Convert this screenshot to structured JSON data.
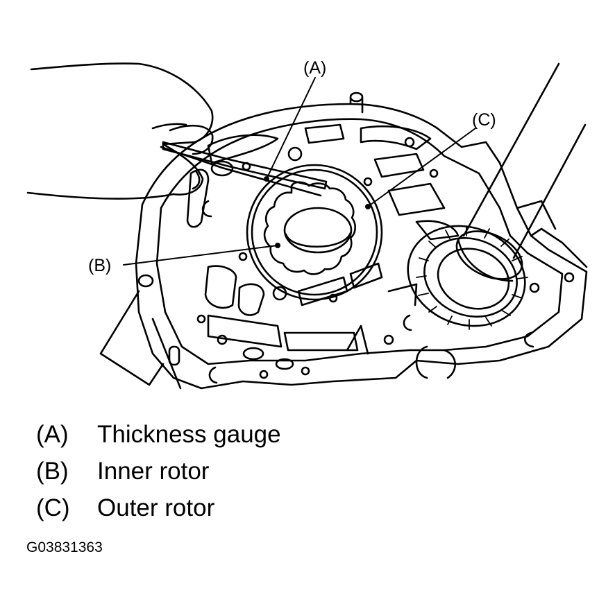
{
  "callouts": {
    "a": "(A)",
    "b": "(B)",
    "c": "(C)"
  },
  "legend": [
    {
      "key": "(A)",
      "label": "Thickness gauge"
    },
    {
      "key": "(B)",
      "label": "Inner rotor"
    },
    {
      "key": "(C)",
      "label": "Outer rotor"
    }
  ],
  "figure_id": "G03831363",
  "colors": {
    "ink": "#000000",
    "paper": "#ffffff"
  }
}
